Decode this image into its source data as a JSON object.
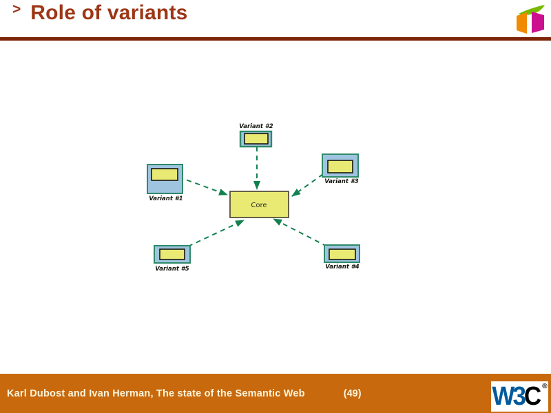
{
  "header": {
    "chevron": ">",
    "title": "Role of variants"
  },
  "diagram": {
    "core": {
      "label": "Core"
    },
    "variants": [
      {
        "label": "Variant #1"
      },
      {
        "label": "Variant #2"
      },
      {
        "label": "Variant #3"
      },
      {
        "label": "Variant #4"
      },
      {
        "label": "Variant #5"
      }
    ],
    "edges": [
      {
        "from": "Variant #1",
        "to": "Core"
      },
      {
        "from": "Variant #2",
        "to": "Core"
      },
      {
        "from": "Variant #3",
        "to": "Core"
      },
      {
        "from": "Variant #4",
        "to": "Core"
      },
      {
        "from": "Variant #5",
        "to": "Core"
      }
    ]
  },
  "footer": {
    "credit": "Karl Dubost and Ivan Herman, The state of the Semantic Web",
    "page_number": "(49)",
    "logo": {
      "w3": "W3",
      "c": "C",
      "registered": "®"
    }
  },
  "colors": {
    "title_text": "#9c3616",
    "header_rule": "#7d2407",
    "footer_bar": "#c8690e",
    "footer_text": "#fcf5dc",
    "arrow_green": "#12814f",
    "variant_box_fill": "#9fc4df",
    "variant_box_border": "#2e8a68",
    "yellow_fill": "#e9ea73",
    "core_border": "#55503c",
    "w3c_blue": "#005a9c",
    "cube_green": "#76b900",
    "cube_orange": "#f08a00",
    "cube_magenta": "#cc0f8f"
  }
}
